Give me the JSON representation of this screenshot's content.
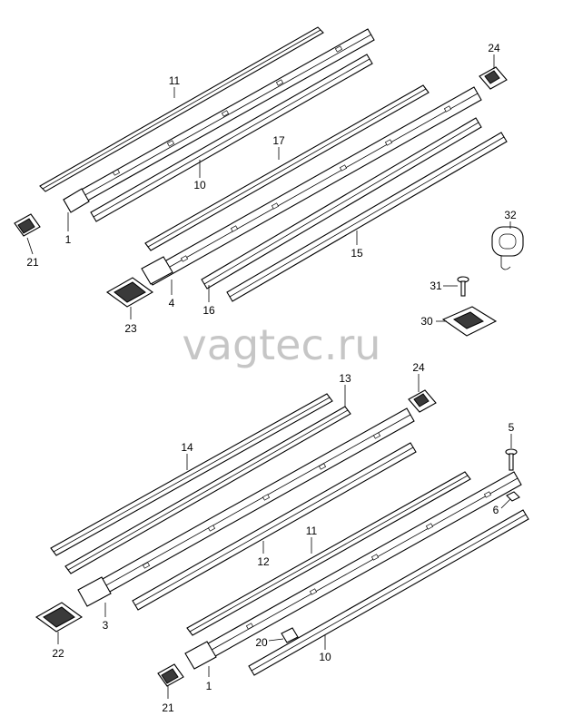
{
  "watermark": "vagtec.ru",
  "callouts": {
    "top_11": "11",
    "top_24": "24",
    "top_17": "17",
    "top_10": "10",
    "top_1": "1",
    "top_21": "21",
    "top_15": "15",
    "top_32": "32",
    "top_31": "31",
    "top_30": "30",
    "top_4": "4",
    "top_16": "16",
    "top_23": "23",
    "bot_13": "13",
    "bot_24": "24",
    "bot_14": "14",
    "bot_5": "5",
    "bot_6": "6",
    "bot_11": "11",
    "bot_12": "12",
    "bot_3": "3",
    "bot_22": "22",
    "bot_20": "20",
    "bot_10": "10",
    "bot_1": "1",
    "bot_21": "21"
  }
}
